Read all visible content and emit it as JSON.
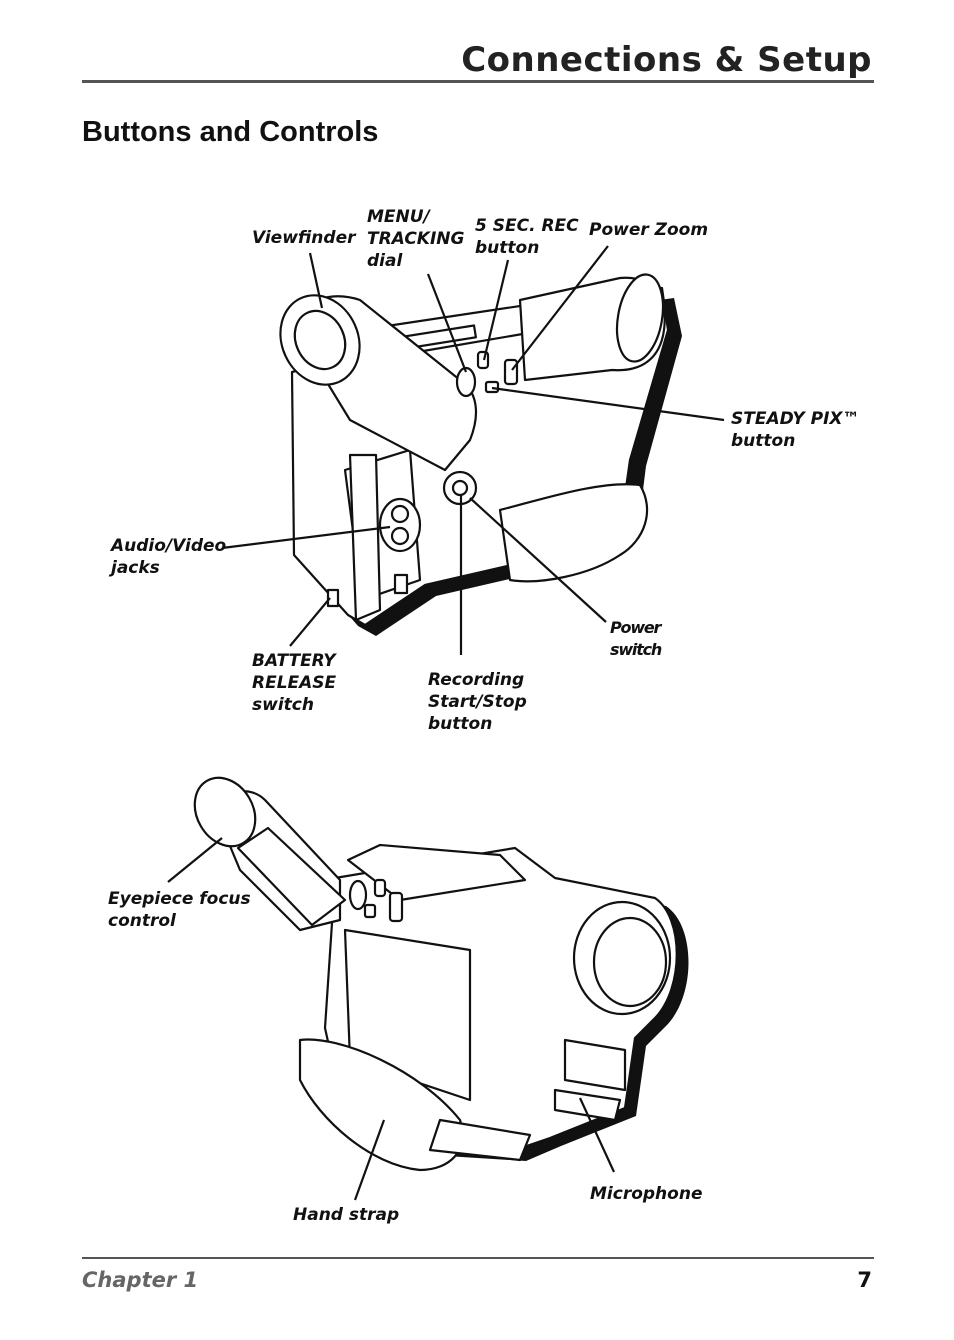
{
  "header": {
    "title": "Connections & Setup"
  },
  "section": {
    "title": "Buttons and Controls"
  },
  "figure1": {
    "labels": {
      "viewfinder": "Viewfinder",
      "menu_tracking": "MENU/\nTRACKING\ndial",
      "five_sec_rec": "5 SEC. REC\nbutton",
      "power_zoom": "Power Zoom",
      "steady_pix": "STEADY PIX™\nbutton",
      "audio_video": "Audio/Video\njacks",
      "battery_release": "BATTERY\nRELEASE\nswitch",
      "recording_start_stop": "Recording\nStart/Stop\nbutton",
      "power_switch": "Power\nswitch"
    }
  },
  "figure2": {
    "labels": {
      "eyepiece_focus": "Eyepiece focus\ncontrol",
      "hand_strap": "Hand strap",
      "microphone": "Microphone"
    }
  },
  "footer": {
    "chapter": "Chapter 1",
    "page_number": "7"
  }
}
